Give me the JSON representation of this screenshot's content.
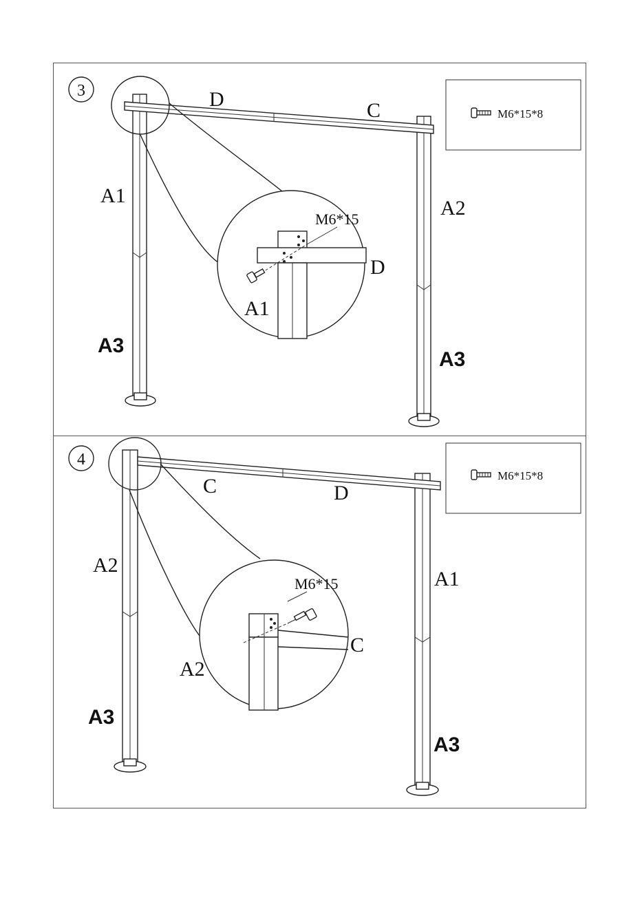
{
  "steps": [
    {
      "number": "3",
      "labels": {
        "top_left_bar": "D",
        "top_right_bar": "C",
        "left_upper_pole": "A1",
        "right_upper_pole": "A2",
        "left_lower_pole": "A3",
        "right_lower_pole": "A3",
        "detail_bolt": "M6*15",
        "detail_bar": "D",
        "detail_pole": "A1"
      },
      "hardware": {
        "label": "M6*15*8",
        "icon": "bolt-icon"
      }
    },
    {
      "number": "4",
      "labels": {
        "top_left_bar": "C",
        "top_right_bar": "D",
        "left_upper_pole": "A2",
        "right_upper_pole": "A1",
        "left_lower_pole": "A3",
        "right_lower_pole": "A3",
        "detail_bolt": "M6*15",
        "detail_bar": "C",
        "detail_pole": "A2"
      },
      "hardware": {
        "label": "M6*15*8",
        "icon": "bolt-icon"
      }
    }
  ]
}
